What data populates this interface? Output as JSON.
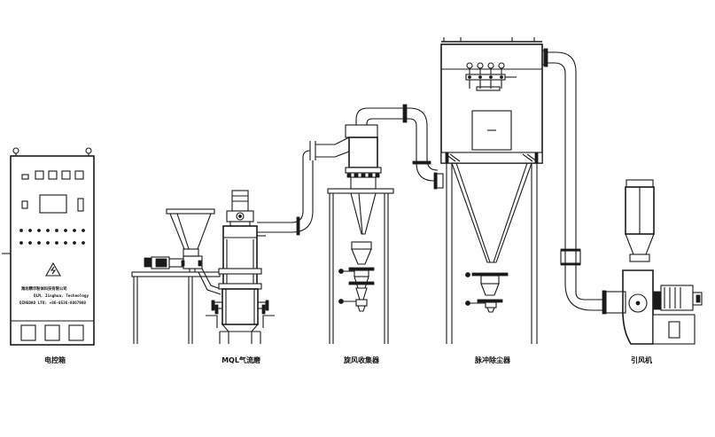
{
  "diagram": {
    "labels": {
      "control_cabinet": "电控箱",
      "jet_mill": "MQL气流磨",
      "cyclone": "旋风收集器",
      "dust_collector": "脉冲除尘器",
      "fan": "引风机"
    },
    "cabinet_plate": {
      "company_cn": "潍坊精华粉体科技有限公司",
      "company_en": "QLM, Jinghua, Technology",
      "contact": "QINGDAO LTD: +86-0536-8867988"
    }
  }
}
